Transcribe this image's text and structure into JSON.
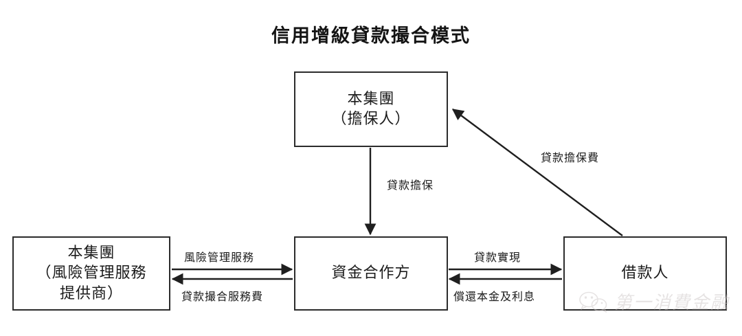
{
  "title": "信用增級貸款撮合模式",
  "nodes": {
    "guarantor": {
      "line1": "本集團",
      "line2": "（擔保人）"
    },
    "risk_provider": {
      "line1": "本集團",
      "line2": "（風險管理服務",
      "line3": "提供商）"
    },
    "funding_partner": {
      "line1": "資金合作方"
    },
    "borrower": {
      "line1": "借款人"
    }
  },
  "edges": {
    "loan_guarantee": "貸款擔保",
    "guarantee_fee": "貸款擔保費",
    "risk_management_service": "風險管理服務",
    "loan_matching_service_fee": "貸款撮合服務費",
    "loan_disbursement": "貸款實現",
    "repay_principal_interest": "償還本金及利息"
  },
  "watermark": {
    "text": "第一消費金融",
    "icon": "wechat-icon"
  },
  "colors": {
    "stroke": "#2b2b2b",
    "text": "#1b1b1b",
    "background": "#ffffff",
    "watermark": "#cfc9c9"
  }
}
